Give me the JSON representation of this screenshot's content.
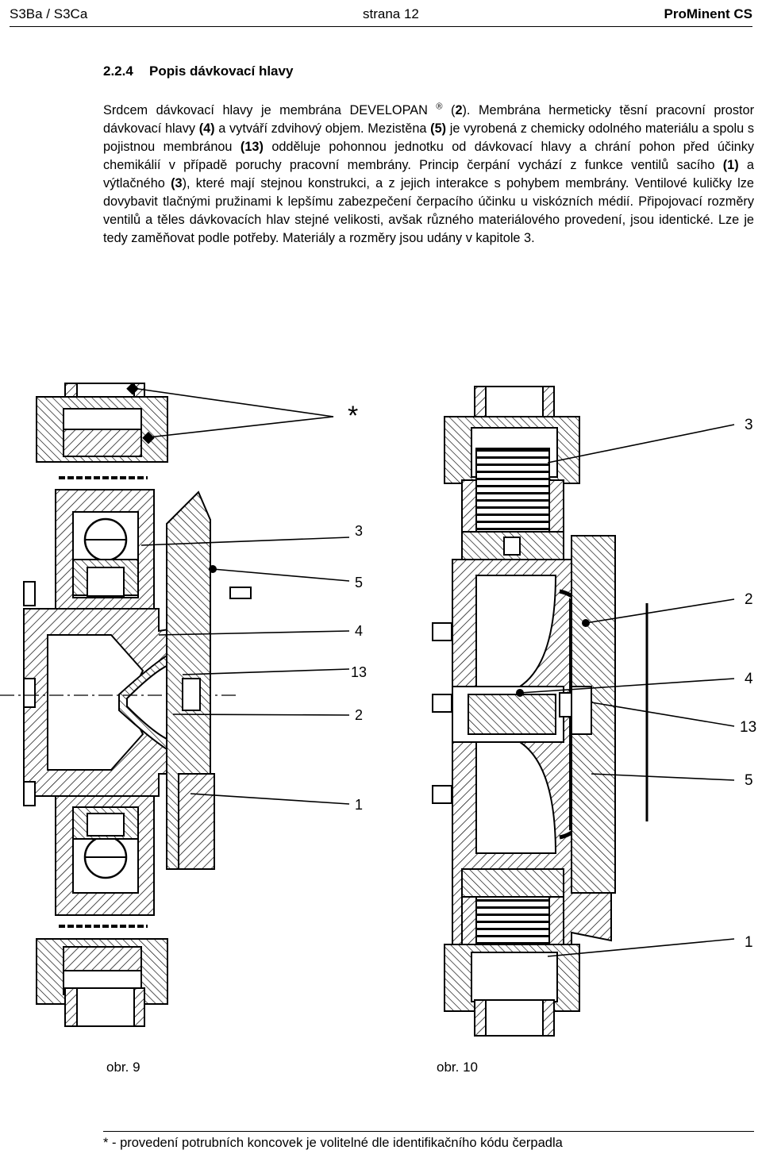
{
  "header": {
    "left": "S3Ba / S3Ca",
    "center": "strana 12",
    "right": "ProMinent CS"
  },
  "section": {
    "number": "2.2.4",
    "title": "Popis dávkovací hlavy"
  },
  "body": {
    "s1a": "Srdcem dávkovací hlavy je membrána DEVELOPAN",
    "reg": "®",
    "s1b": " (",
    "ref2": "2",
    "s1c": "). Membrána hermeticky těsní pracovní prostor dávkovací hlavy ",
    "ref4": "(4)",
    "s1d": " a vytváří zdvihový objem. Mezistěna ",
    "ref5": "(5)",
    "s1e": " je vyrobená z chemicky odolného materiálu a spolu s pojistnou membránou ",
    "ref13": "(13)",
    "s1f": " odděluje pohonnou jednotku od dávkovací hlavy a chrání pohon před účinky chemikálií v případě poruchy pracovní membrány. Princip čerpání vychází z funkce ventilů sacího ",
    "ref1": "(1)",
    "s1g": " a výtlačného ",
    "ref3": "(3",
    "s1h": "), které mají stejnou konstrukci, a z jejich interakce s pohybem membrány. Ventilové kuličky lze dovybavit tlačnými pružinami k lepšímu zabezpečení čerpacího účinku u viskózních médií. Připojovací rozměry ventilů a těles dávkovacích hlav stejné velikosti, avšak různého materiálového provedení, jsou identické. Lze je tedy zaměňovat podle potřeby. Materiály a rozměry jsou udány v kapitole 3."
  },
  "figure9": {
    "caption": "obr. 9",
    "labels": [
      "*",
      "3",
      "5",
      "4",
      "13",
      "2",
      "1"
    ]
  },
  "figure10": {
    "caption": "obr. 10",
    "labels": [
      "3",
      "2",
      "4",
      "13",
      "5",
      "1"
    ]
  },
  "footnote": "* - provedení potrubních koncovek je volitelné dle identifikačního kódu čerpadla"
}
